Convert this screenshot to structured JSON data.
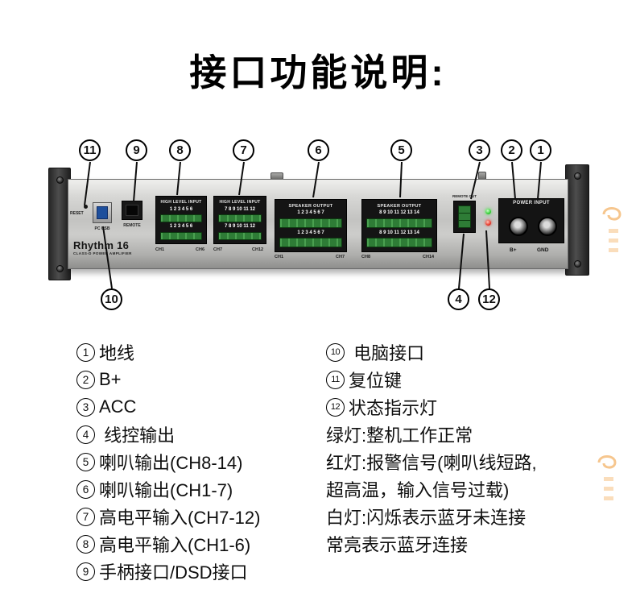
{
  "page": {
    "title": "接口功能说明:"
  },
  "panel": {
    "reset": "RESET",
    "pc_usb": "PC USB",
    "remote": "REMOTE",
    "brand": "Rhythm 16",
    "brand_sub": "CLASS-D POWER AMPLIFIER",
    "high_level_input": "HIGH LEVEL INPUT",
    "speaker_output": "SPEAKER OUTPUT",
    "remote_out": "REMOTE OUT",
    "power_input": "POWER INPUT",
    "b_plus": "B+",
    "gnd": "GND",
    "pins": {
      "hli1": "1 2 3 4 5 6",
      "hli2": "7 8 9 10 11 12",
      "sp1": "1 2 3 4 5 6 7",
      "sp2": "8 9 10 11 12 13 14"
    },
    "channels": {
      "hli1_left": "CH1",
      "hli1_right": "CH6",
      "hli2_left": "CH7",
      "hli2_right": "CH12",
      "sp1_left": "CH1",
      "sp1_right": "CH7",
      "sp2_left": "CH8",
      "sp2_right": "CH14"
    }
  },
  "callouts": {
    "top": [
      "11",
      "9",
      "8",
      "7",
      "6",
      "5",
      "3",
      "2",
      "1"
    ],
    "bottom": [
      "10",
      "4",
      "12"
    ]
  },
  "legend": {
    "left": [
      {
        "num": "1",
        "text": "地线"
      },
      {
        "num": "2",
        "text": "B+"
      },
      {
        "num": "3",
        "text": "ACC"
      },
      {
        "num": "4",
        "text": " 线控输出"
      },
      {
        "num": "5",
        "text": "喇叭输出(CH8-14)"
      },
      {
        "num": "6",
        "text": "喇叭输出(CH1-7)"
      },
      {
        "num": "7",
        "text": "高电平输入(CH7-12)"
      },
      {
        "num": "8",
        "text": "高电平输入(CH1-6)"
      },
      {
        "num": "9",
        "text": "手柄接口/DSD接口"
      }
    ],
    "right": [
      {
        "num": "10",
        "text": " 电脑接口"
      },
      {
        "num": "11",
        "text": "复位键"
      },
      {
        "num": "12",
        "text": "状态指示灯"
      },
      {
        "text": "绿灯:整机工作正常"
      },
      {
        "text": "红灯:报警信号(喇叭线短路,"
      },
      {
        "text": "超高温，输入信号过载)"
      },
      {
        "text": "白灯:闪烁表示蓝牙未连接"
      },
      {
        "text": "常亮表示蓝牙连接"
      }
    ]
  }
}
